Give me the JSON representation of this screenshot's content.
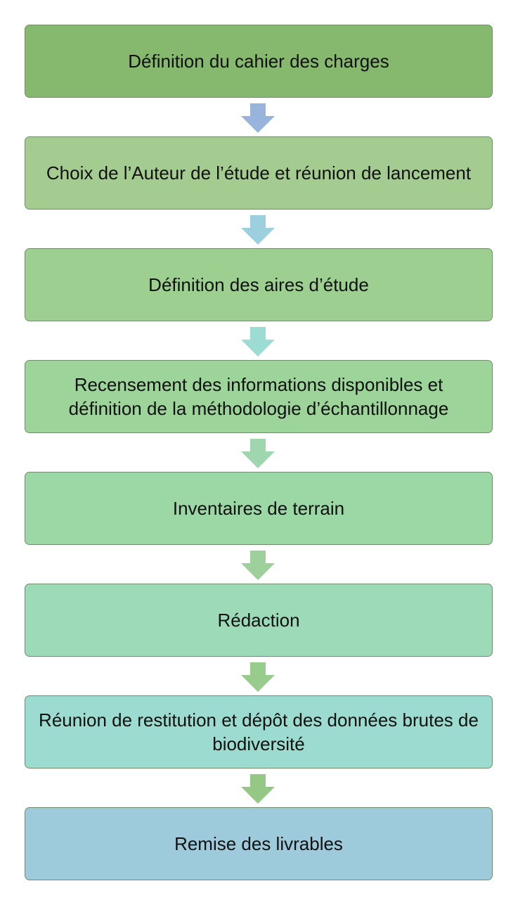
{
  "flowchart": {
    "steps": [
      {
        "label": "Définition du cahier des charges",
        "fill": "#86b86e"
      },
      {
        "label": "Choix de l’Auteur de l’étude et réunion de lancement",
        "fill": "#a5cc90"
      },
      {
        "label": "Définition des aires d’étude",
        "fill": "#9dd090"
      },
      {
        "label": "Recensement des informations disponibles et définition de la méthodologie d’échantillonnage",
        "fill": "#9cd49a"
      },
      {
        "label": "Inventaires de terrain",
        "fill": "#9cd8a6"
      },
      {
        "label": "Rédaction",
        "fill": "#9cdab8"
      },
      {
        "label": "Réunion de restitution et dépôt des données brutes de biodiversité",
        "fill": "#9cdcd0"
      },
      {
        "label": "Remise des livrables",
        "fill": "#9ecbdc"
      }
    ],
    "arrows": [
      {
        "color": "#98b4dc"
      },
      {
        "color": "#9cd0df"
      },
      {
        "color": "#9cdcd2"
      },
      {
        "color": "#a0d6ae"
      },
      {
        "color": "#9ed09c"
      },
      {
        "color": "#98cc8c"
      },
      {
        "color": "#94c884"
      }
    ]
  }
}
